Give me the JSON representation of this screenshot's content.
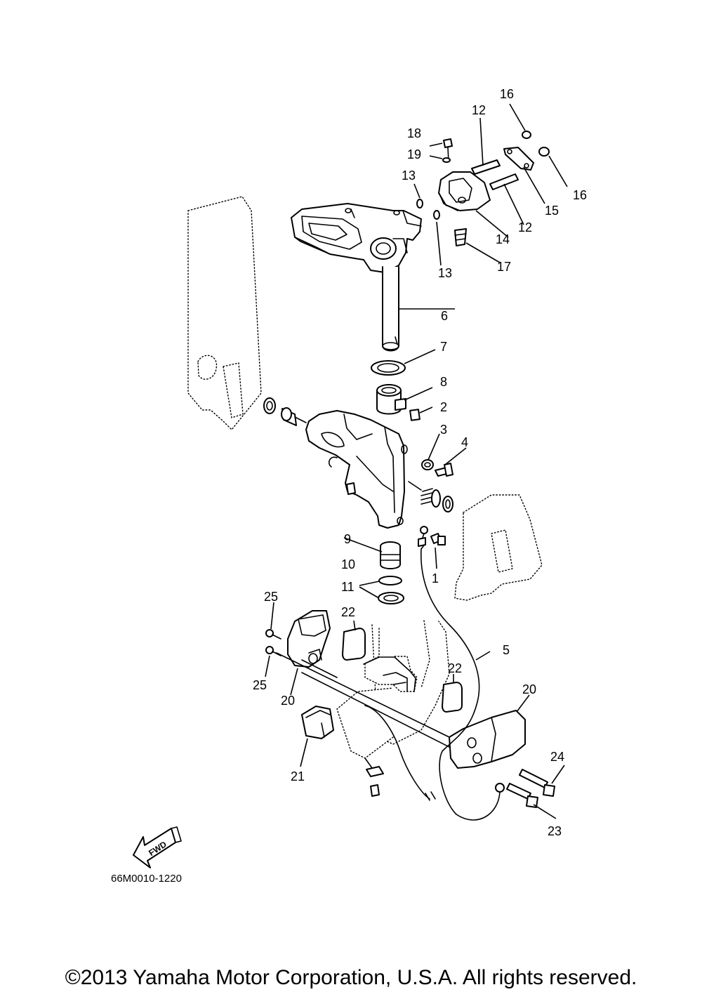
{
  "diagram": {
    "callouts": {
      "c1": "1",
      "c2": "2",
      "c3": "3",
      "c4": "4",
      "c5": "5",
      "c6": "6",
      "c7": "7",
      "c8": "8",
      "c9": "9",
      "c10": "10",
      "c11": "11",
      "c12a": "12",
      "c12b": "12",
      "c13a": "13",
      "c13b": "13",
      "c14": "14",
      "c15": "15",
      "c16a": "16",
      "c16b": "16",
      "c17": "17",
      "c18": "18",
      "c19": "19",
      "c20a": "20",
      "c20b": "20",
      "c21": "21",
      "c22a": "22",
      "c22b": "22",
      "c23": "23",
      "c24": "24",
      "c25a": "25",
      "c25b": "25"
    },
    "drawing_code": "66M0010-1220",
    "fwd_label": "FWD"
  },
  "footer": {
    "copyright": "©2013 Yamaha Motor Corporation, U.S.A. All rights reserved."
  }
}
